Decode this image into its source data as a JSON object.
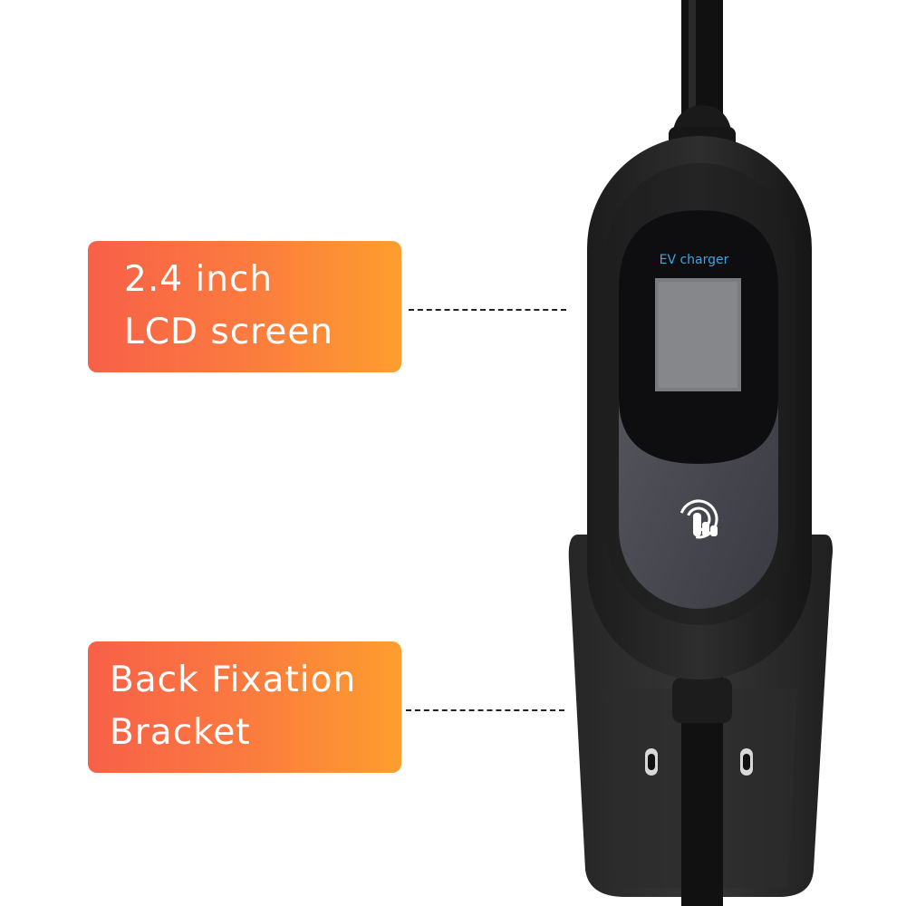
{
  "callouts": {
    "lcd": {
      "line1": "2.4 inch",
      "line2": "LCD screen"
    },
    "bracket": {
      "line1": "Back Fixation",
      "line2": "Bracket"
    }
  },
  "device": {
    "screen_label": "EV charger",
    "button_icon": "touch-icon"
  },
  "colors": {
    "callout_start": "#f86048",
    "callout_end": "#fd9e2e",
    "label_blue": "#3fa4e0"
  }
}
